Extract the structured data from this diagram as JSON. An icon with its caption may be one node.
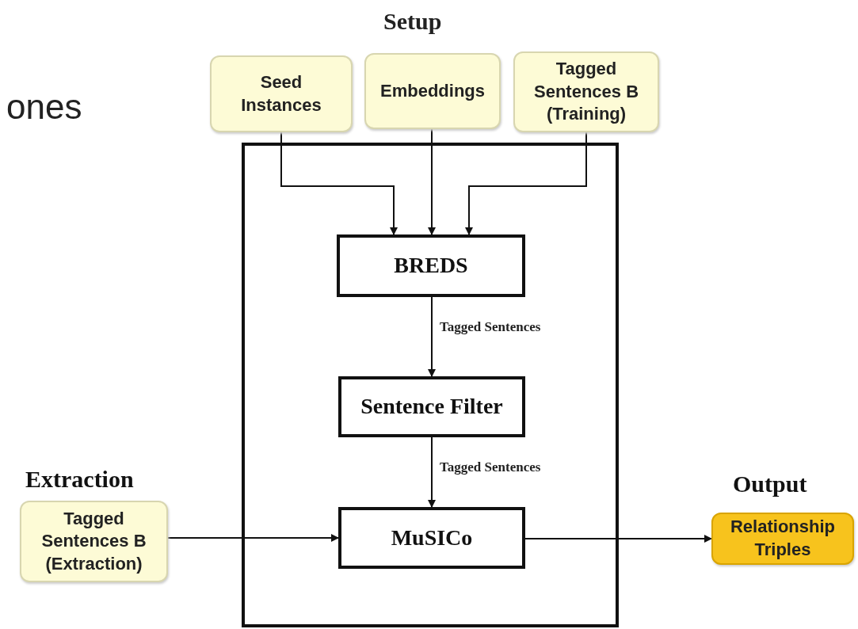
{
  "diagram": {
    "nodes": [
      {
        "text": [
          "Seed Instances"
        ]
      },
      {
        "text": [
          "Embeddings"
        ]
      },
      {
        "text": [
          "Tagged Sentences B (Training)"
        ]
      },
      {
        "text": [],
        "shape": "box"
      },
      {
        "text": [
          "BREDS"
        ],
        "in": 3
      },
      {
        "text": [
          "Sentence Filter"
        ],
        "in": 3
      },
      {
        "text": [
          "MuSICo"
        ],
        "in": 3
      },
      {
        "text": [
          "Extraction",
          "Tagged Sentences B (Extraction)"
        ]
      },
      {
        "text": [
          "Output",
          "Relationship Triples"
        ]
      }
    ],
    "edges": [
      {
        "from": 0,
        "to": 4,
        "arrow": "to"
      },
      {
        "from": 1,
        "to": 4,
        "arrow": "to"
      },
      {
        "from": 2,
        "to": 4,
        "arrow": "to"
      },
      {
        "from": 4,
        "to": 5,
        "arrow": "to",
        "label": "Tagged Sentences"
      },
      {
        "from": 5,
        "to": 6,
        "arrow": "to",
        "label": "Tagged Sentences"
      },
      {
        "from": 7,
        "to": 6,
        "arrow": "to"
      },
      {
        "from": 6,
        "to": 8,
        "arrow": "to"
      }
    ],
    "labels": [
      "Setup",
      "ones"
    ]
  }
}
